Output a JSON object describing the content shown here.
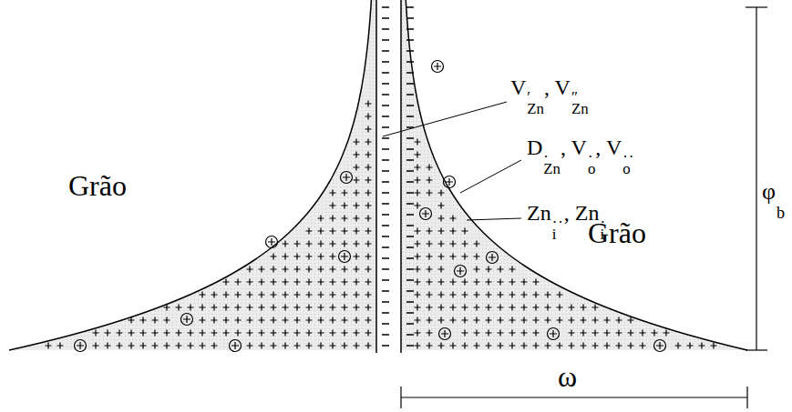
{
  "diagram": {
    "labels": [
      "Grão",
      "V′Zn, V″Zn",
      "D·Zn, V·o, V··o",
      "φb",
      "Grão",
      "Zn··i, Zn·i",
      "ω"
    ]
  }
}
